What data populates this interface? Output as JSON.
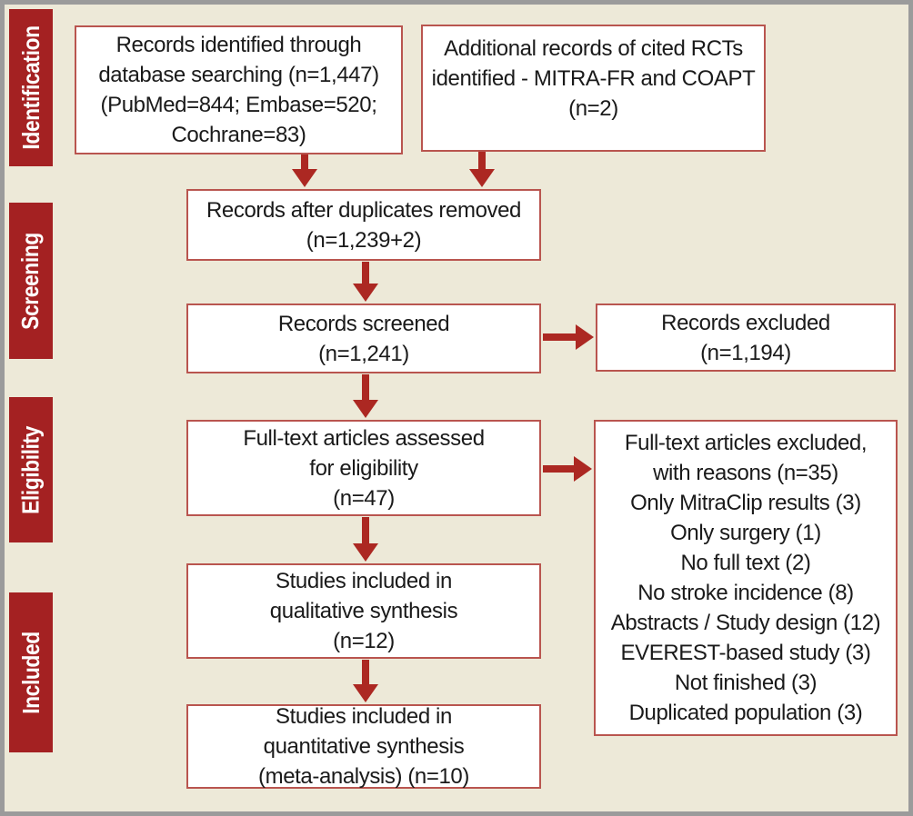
{
  "palette": {
    "background": "#EDE9D8",
    "frame": "#9B9B9B",
    "stage_red": "#A42122",
    "arrow_red": "#AC2822",
    "box_border": "#B9554F",
    "box_bg": "#FFFFFF",
    "text": "#1A1A1A"
  },
  "stages": [
    {
      "label": "Identification"
    },
    {
      "label": "Screening"
    },
    {
      "label": "Eligibility"
    },
    {
      "label": "Included"
    }
  ],
  "boxes": {
    "identified": "Records identified through\ndatabase searching (n=1,447)\n(PubMed=844; Embase=520;\nCochrane=83)",
    "additional": "Additional records of cited RCTs\nidentified - MITRA-FR and COAPT\n(n=2)",
    "duplicates": "Records after duplicates removed\n(n=1,239+2)",
    "screened": "Records screened\n(n=1,241)",
    "excluded": "Records excluded\n(n=1,194)",
    "fulltext": "Full-text articles assessed\nfor eligibility\n(n=47)",
    "fulltext_excluded": "Full-text articles excluded,\nwith reasons (n=35)\nOnly MitraClip results (3)\nOnly surgery (1)\nNo full text (2)\nNo stroke incidence (8)\nAbstracts / Study design (12)\nEVEREST-based study (3)\nNot finished (3)\nDuplicated population (3)",
    "qualitative": "Studies included in\nqualitative synthesis\n(n=12)",
    "quantitative": "Studies included in\nquantitative synthesis\n(meta-analysis) (n=10)"
  }
}
